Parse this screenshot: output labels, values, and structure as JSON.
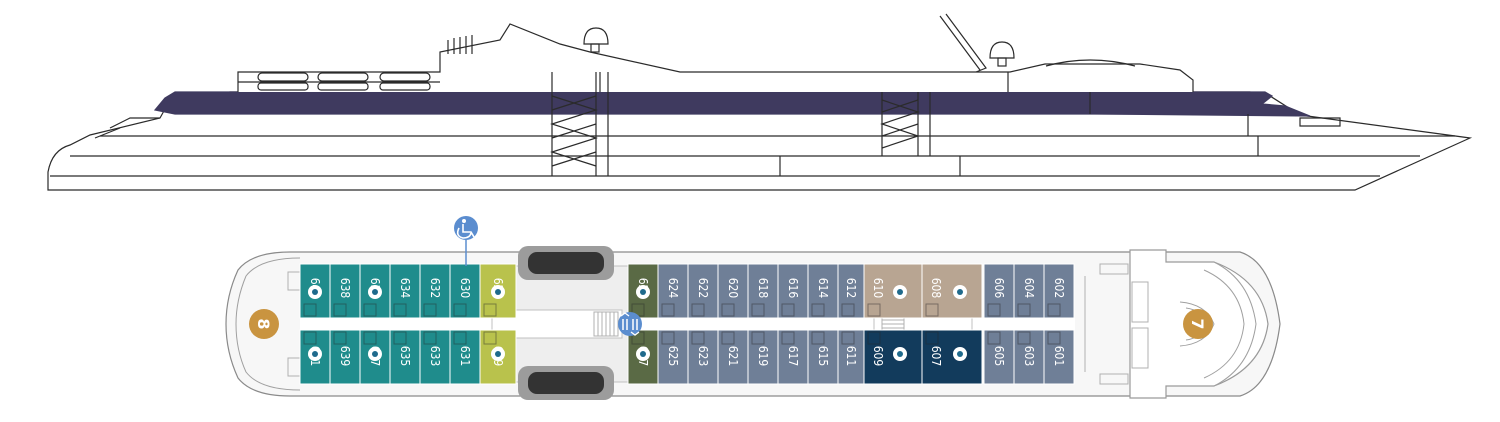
{
  "colors": {
    "hull_stripe": "#3f3a5f",
    "outline": "#2b2b2b",
    "teal": "#1f8c8c",
    "olive": "#b9c24c",
    "dark_olive": "#5a6a45",
    "slate": "#6f7f97",
    "tan": "#b8a592",
    "navy": "#123b5c",
    "badge": "#c99440",
    "info": "#5b8dcf"
  },
  "deck_plan": {
    "aft_badge": "8",
    "fwd_badge": "7",
    "icons": {
      "accessible": "wheelchair-icon",
      "elevator": "elevator-icon",
      "sofa_bed": "sofa-bed-icon"
    },
    "top_row": [
      {
        "num": "640",
        "cat": "teal",
        "marker": true
      },
      {
        "num": "638",
        "cat": "teal",
        "marker": false
      },
      {
        "num": "636",
        "cat": "teal",
        "marker": true
      },
      {
        "num": "634",
        "cat": "teal",
        "marker": false
      },
      {
        "num": "632",
        "cat": "teal",
        "marker": false
      },
      {
        "num": "630",
        "cat": "teal",
        "marker": false
      },
      {
        "num": "628",
        "cat": "olive",
        "marker": true
      },
      {
        "num": "626",
        "cat": "dark_olive",
        "marker": true
      },
      {
        "num": "624",
        "cat": "slate",
        "marker": false
      },
      {
        "num": "622",
        "cat": "slate",
        "marker": false
      },
      {
        "num": "620",
        "cat": "slate",
        "marker": false
      },
      {
        "num": "618",
        "cat": "slate",
        "marker": false
      },
      {
        "num": "616",
        "cat": "slate",
        "marker": false
      },
      {
        "num": "614",
        "cat": "slate",
        "marker": false
      },
      {
        "num": "612",
        "cat": "slate",
        "marker": false
      },
      {
        "num": "610",
        "cat": "tan",
        "marker": true
      },
      {
        "num": "608",
        "cat": "tan",
        "marker": true
      },
      {
        "num": "606",
        "cat": "slate",
        "marker": false
      },
      {
        "num": "604",
        "cat": "slate",
        "marker": false
      },
      {
        "num": "602",
        "cat": "slate",
        "marker": false
      }
    ],
    "bottom_row": [
      {
        "num": "641",
        "cat": "teal",
        "marker": true
      },
      {
        "num": "639",
        "cat": "teal",
        "marker": false
      },
      {
        "num": "637",
        "cat": "teal",
        "marker": true
      },
      {
        "num": "635",
        "cat": "teal",
        "marker": false
      },
      {
        "num": "633",
        "cat": "teal",
        "marker": false
      },
      {
        "num": "631",
        "cat": "teal",
        "marker": false
      },
      {
        "num": "629",
        "cat": "olive",
        "marker": true
      },
      {
        "num": "627",
        "cat": "dark_olive",
        "marker": true
      },
      {
        "num": "625",
        "cat": "slate",
        "marker": false
      },
      {
        "num": "623",
        "cat": "slate",
        "marker": false
      },
      {
        "num": "621",
        "cat": "slate",
        "marker": false
      },
      {
        "num": "619",
        "cat": "slate",
        "marker": false
      },
      {
        "num": "617",
        "cat": "slate",
        "marker": false
      },
      {
        "num": "615",
        "cat": "slate",
        "marker": false
      },
      {
        "num": "611",
        "cat": "slate",
        "marker": false
      },
      {
        "num": "609",
        "cat": "navy",
        "marker": true
      },
      {
        "num": "607",
        "cat": "navy",
        "marker": true
      },
      {
        "num": "605",
        "cat": "slate",
        "marker": false
      },
      {
        "num": "603",
        "cat": "slate",
        "marker": false
      },
      {
        "num": "601",
        "cat": "slate",
        "marker": false
      }
    ]
  }
}
